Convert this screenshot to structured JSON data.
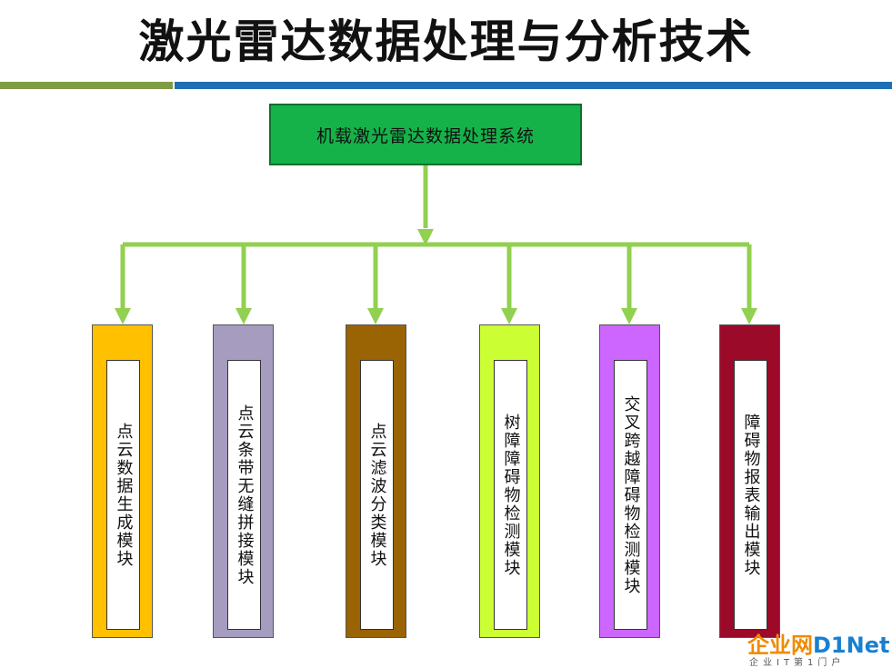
{
  "slide": {
    "title": "激光雷达数据处理与分析技术"
  },
  "diagram": {
    "root": {
      "label": "机载激光雷达数据处理系统"
    },
    "modules": [
      {
        "label": "点云数据生成模块",
        "color": "#ffc000"
      },
      {
        "label": "点云条带无缝拼接模块",
        "color": "#a69cc0"
      },
      {
        "label": "点云滤波分类模块",
        "color": "#9a6304"
      },
      {
        "label": "树障障碍物检测模块",
        "color": "#ccff33"
      },
      {
        "label": "交叉跨越障碍物检测模块",
        "color": "#cc66ff"
      },
      {
        "label": "障碍物报表输出模块",
        "color": "#9c0a2a"
      }
    ],
    "connector_color": "#92d050"
  },
  "watermark": {
    "cn": "企业网",
    "en": "D1Net",
    "sub": "企业IT第1门户"
  }
}
